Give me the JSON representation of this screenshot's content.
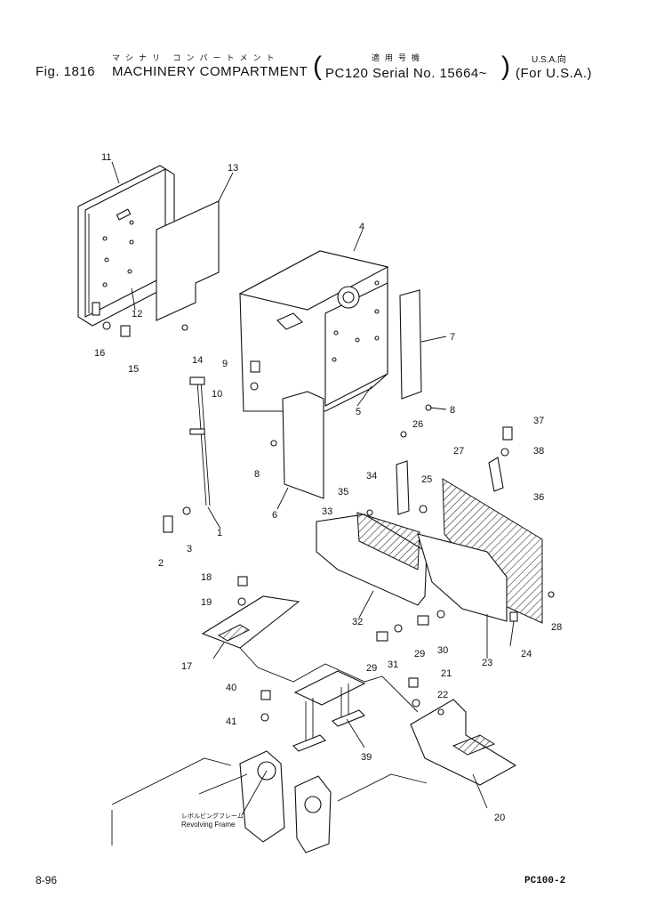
{
  "header": {
    "fig_label": "Fig. 1816",
    "title_en": "MACHINERY COMPARTMENT",
    "title_jp": "マシナリ コンパートメント",
    "serial_jp": "適用号機",
    "serial_en": "PC120 Serial No. 15664~",
    "region_jp": "U.S.A.向",
    "region_en": "(For U.S.A.)"
  },
  "diagram": {
    "labels": [
      "1",
      "2",
      "3",
      "4",
      "5",
      "6",
      "7",
      "8",
      "8",
      "9",
      "10",
      "11",
      "12",
      "13",
      "14",
      "15",
      "16",
      "17",
      "18",
      "19",
      "20",
      "21",
      "22",
      "23",
      "24",
      "25",
      "26",
      "27",
      "28",
      "29",
      "29",
      "30",
      "31",
      "32",
      "33",
      "34",
      "35",
      "36",
      "37",
      "38",
      "39",
      "40",
      "41"
    ],
    "frame_label_jp": "レボルビングフレーム",
    "frame_label_en": "Revolving Frame"
  },
  "footer": {
    "page": "8-96",
    "model": "PC100-2"
  }
}
